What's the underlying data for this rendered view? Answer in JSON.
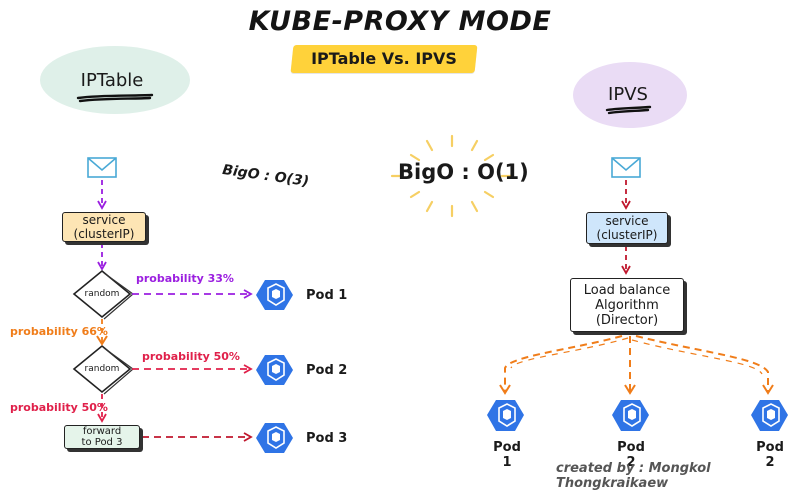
{
  "header": {
    "title": "KUBE-PROXY MODE",
    "subtitle": "IPTable Vs. IPVS"
  },
  "iptable": {
    "label": "IPTable",
    "big_o": "BigO : O(3)",
    "service": [
      "service",
      "(clusterIP)"
    ],
    "random_1": "random",
    "random_2": "random",
    "forward": [
      "forward",
      "to Pod 3"
    ],
    "prob_33": "probability 33%",
    "prob_66": "probability 66%",
    "prob_50a": "probability 50%",
    "prob_50b": "probability 50%",
    "pods": [
      "Pod 1",
      "Pod 2",
      "Pod 3"
    ]
  },
  "ipvs": {
    "label": "IPVS",
    "big_o": "BigO : O(1)",
    "service": [
      "service",
      "(clusterIP)"
    ],
    "load_balancer": [
      "Load balance",
      "Algorithm",
      "(Director)"
    ],
    "pods": [
      "Pod 1",
      "Pod 2",
      "Pod 2"
    ]
  },
  "credit": "created by :  Mongkol Thongkraikaew",
  "colors": {
    "purple": "#9b1fe0",
    "orange": "#f07d1a",
    "red": "#e0204a",
    "dark_red": "#c0182e",
    "pod_blue": "#2f74e6",
    "iptable_blob": "#dff0e9",
    "ipvs_blob": "#eadcf5",
    "banner_yellow": "#ffd23a"
  }
}
